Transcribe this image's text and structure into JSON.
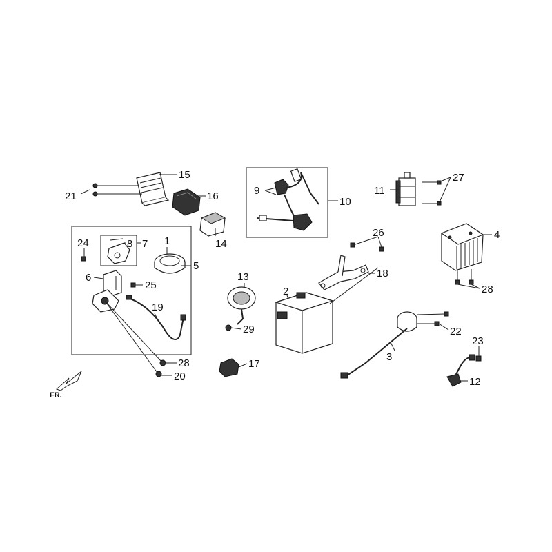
{
  "callouts": {
    "c1": "1",
    "c2": "2",
    "c3": "3",
    "c4": "4",
    "c5": "5",
    "c6": "6",
    "c7": "7",
    "c8": "8",
    "c9": "9",
    "c10": "10",
    "c11": "11",
    "c12": "12",
    "c13": "13",
    "c14": "14",
    "c15": "15",
    "c16": "16",
    "c17": "17",
    "c18": "18",
    "c19": "19",
    "c20": "20",
    "c21": "21",
    "c22": "22",
    "c23": "23",
    "c24": "24",
    "c25": "25",
    "c26": "26",
    "c27": "27",
    "c28a": "28",
    "c28b": "28",
    "c29": "29"
  },
  "direction_label": "FR.",
  "colors": {
    "ink": "#222222",
    "background": "#ffffff"
  }
}
